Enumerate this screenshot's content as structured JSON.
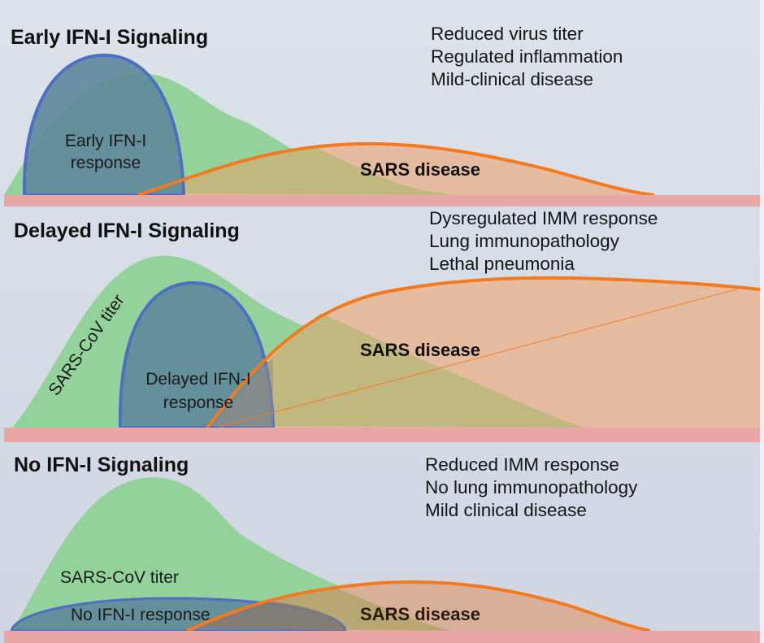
{
  "colors": {
    "background": "#d5dbe5",
    "baseline": "#e8a6a4",
    "titer_fill": "#93d39b",
    "ifn_fill": "#5f8a9c",
    "ifn_stroke": "#4f6fc4",
    "disease_fill": "#e6b99a",
    "disease_stroke": "#f47a1f",
    "overlap_fill": "#bdb87c"
  },
  "panels": [
    {
      "title": "Early IFN-I Signaling",
      "outcomes": [
        "Reduced virus titer",
        "Regulated inflammation",
        "Mild-clinical disease"
      ],
      "ifn_label_lines": [
        "Early IFN-I",
        "response"
      ],
      "disease_label": "SARS disease"
    },
    {
      "title": "Delayed IFN-I Signaling",
      "outcomes": [
        "Dysregulated IMM response",
        "Lung immunopathology",
        "Lethal pneumonia"
      ],
      "titer_label": "SARS-CoV titer",
      "ifn_label_lines": [
        "Delayed IFN-I",
        "response"
      ],
      "disease_label": "SARS disease"
    },
    {
      "title": "No IFN-I Signaling",
      "outcomes": [
        "Reduced IMM response",
        "No lung immunopathology",
        "Mild clinical disease"
      ],
      "titer_label": "SARS-CoV titer",
      "ifn_label": "No IFN-I response",
      "disease_label": "SARS disease"
    }
  ]
}
